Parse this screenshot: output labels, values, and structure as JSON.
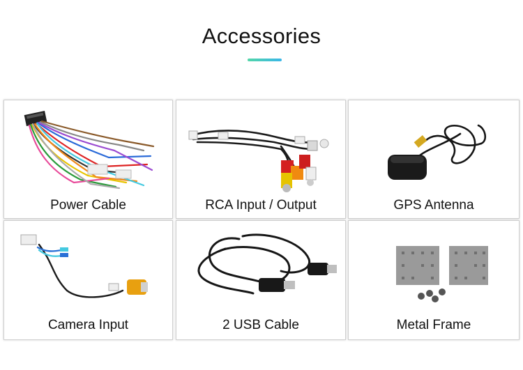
{
  "page": {
    "title": "Accessories",
    "accent_gradient": [
      "#52d6a8",
      "#3ab6e8"
    ]
  },
  "items": [
    {
      "label": "Power Cable",
      "icon": "power-cable-image"
    },
    {
      "label": "RCA Input / Output",
      "icon": "rca-cable-image"
    },
    {
      "label": "GPS Antenna",
      "icon": "gps-antenna-image"
    },
    {
      "label": "Camera Input",
      "icon": "camera-input-cable-image"
    },
    {
      "label": "2 USB Cable",
      "icon": "usb-cable-image"
    },
    {
      "label": "Metal Frame",
      "icon": "metal-frame-image"
    }
  ]
}
